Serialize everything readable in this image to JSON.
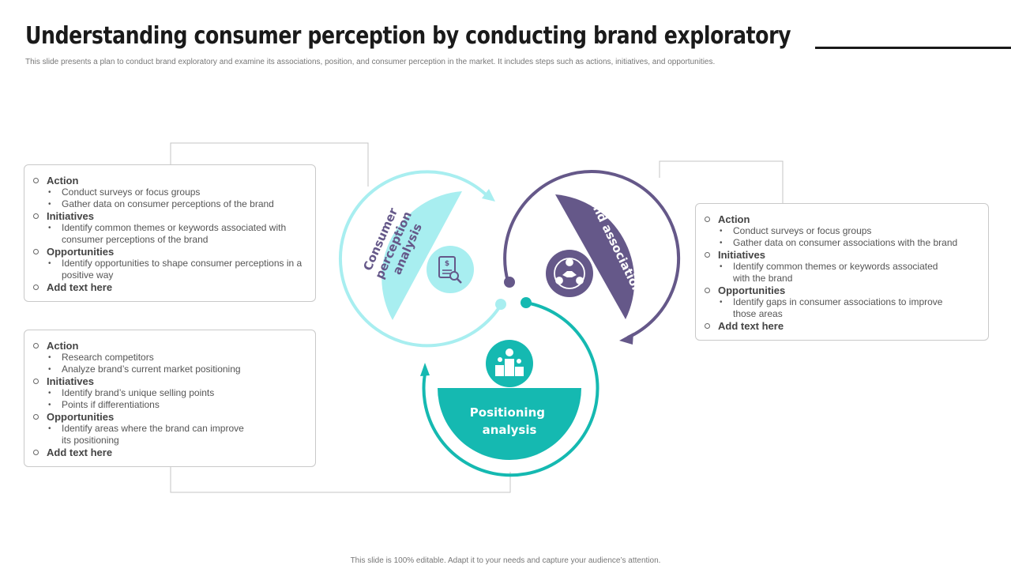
{
  "title": "Understanding consumer perception by conducting brand exploratory",
  "subtitle": "This slide presents a plan to conduct brand exploratory and examine its associations, position, and consumer perception in the market. It includes steps such as actions, initiatives, and opportunities.",
  "footer": "This slide is 100% editable. Adapt it to your needs and capture your audience’s attention.",
  "colors": {
    "teal_light": "#a8eef0",
    "purple": "#655889",
    "teal_dark": "#15b9b1",
    "border": "#c9c9c9"
  },
  "segments": {
    "consumer": {
      "line1": "Consumer",
      "line2": "perception",
      "line3": "analysis",
      "icon": "survey-search-icon"
    },
    "brand": {
      "label": "Brand associations",
      "icon": "handshake-network-icon"
    },
    "positioning": {
      "line1": "Positioning",
      "line2": "analysis",
      "icon": "podium-ranking-icon"
    }
  },
  "boxes": {
    "consumer": {
      "action": "Action",
      "action_items": [
        "Conduct surveys or focus groups",
        "Gather data on consumer perceptions of the brand"
      ],
      "initiatives": "Initiatives",
      "initiatives_items": [
        "Identify common themes or keywords associated with consumer perceptions of the brand"
      ],
      "opportunities": "Opportunities",
      "opportunities_items": [
        "Identify opportunities to shape consumer perceptions in a positive way"
      ],
      "add": "Add text here"
    },
    "positioning": {
      "action": "Action",
      "action_items": [
        "Research competitors",
        "Analyze  brand’s current market positioning"
      ],
      "initiatives": "Initiatives",
      "initiatives_items": [
        "Identify brand’s unique selling points",
        "Points if differentiations"
      ],
      "opportunities": "Opportunities",
      "opportunities_items": [
        "Identify areas where the brand can improve its positioning"
      ],
      "add": "Add text here"
    },
    "brand": {
      "action": "Action",
      "action_items": [
        "Conduct surveys or focus groups",
        "Gather data on consumer associations with the brand"
      ],
      "initiatives": "Initiatives",
      "initiatives_items": [
        "Identify common themes or keywords associated with the brand"
      ],
      "opportunities": "Opportunities",
      "opportunities_items": [
        "Identify gaps in consumer associations to improve those areas"
      ],
      "add": "Add text here"
    }
  }
}
